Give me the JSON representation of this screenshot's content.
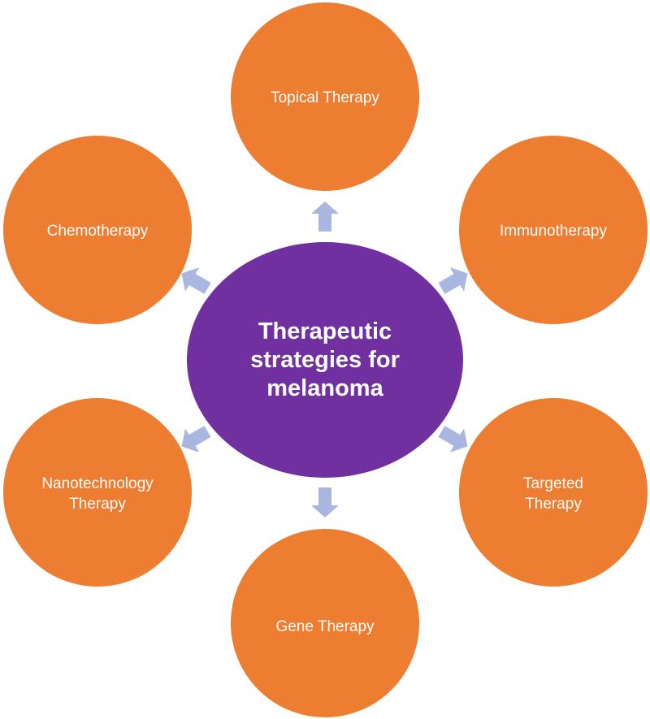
{
  "diagram": {
    "center": {
      "lines": [
        "Therapeutic",
        "strategies for",
        "melanoma"
      ],
      "color": "#7030A0"
    },
    "nodes": [
      {
        "id": "topical",
        "lines": [
          "Topical Therapy"
        ]
      },
      {
        "id": "immunotherapy",
        "lines": [
          "Immunotherapy"
        ]
      },
      {
        "id": "targeted",
        "lines": [
          "Targeted",
          "Therapy"
        ]
      },
      {
        "id": "gene",
        "lines": [
          "Gene Therapy"
        ]
      },
      {
        "id": "nanotechnology",
        "lines": [
          "Nanotechnology",
          "Therapy"
        ]
      },
      {
        "id": "chemotherapy",
        "lines": [
          "Chemotherapy"
        ]
      }
    ],
    "node_color": "#ED7D31",
    "arrow_color": "#A9B6DF"
  }
}
